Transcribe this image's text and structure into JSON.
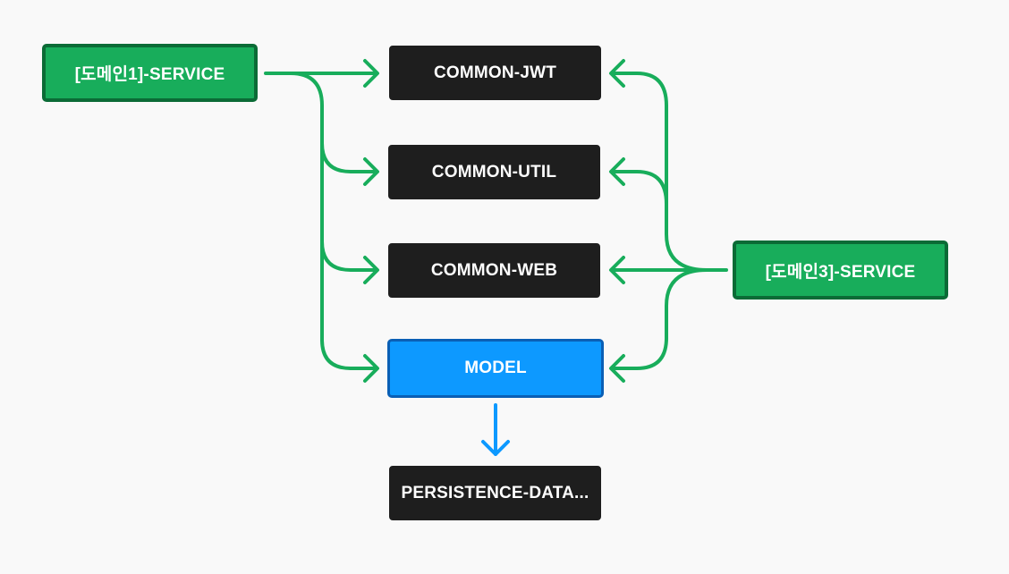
{
  "nodes": {
    "domain1_service": "[도메인1]-SERVICE",
    "common_jwt": "COMMON-JWT",
    "common_util": "COMMON-UTIL",
    "common_web": "COMMON-WEB",
    "model": "MODEL",
    "persistence_data": "PERSISTENCE-DATA...",
    "domain3_service": "[도메인3]-SERVICE"
  },
  "edges": [
    {
      "from": "domain1_service",
      "to": "common_jwt"
    },
    {
      "from": "domain1_service",
      "to": "common_util"
    },
    {
      "from": "domain1_service",
      "to": "common_web"
    },
    {
      "from": "domain1_service",
      "to": "model"
    },
    {
      "from": "domain3_service",
      "to": "common_jwt"
    },
    {
      "from": "domain3_service",
      "to": "common_util"
    },
    {
      "from": "domain3_service",
      "to": "common_web"
    },
    {
      "from": "domain3_service",
      "to": "model"
    },
    {
      "from": "model",
      "to": "persistence_data"
    }
  ],
  "colors": {
    "background": "#f9f9f9",
    "service_fill": "#18ad5b",
    "service_border": "#0b6b36",
    "module_fill": "#1e1e1e",
    "model_fill": "#0d99ff",
    "model_border": "#0a5fb5",
    "arrow_green": "#18ad5b",
    "arrow_blue": "#0d99ff",
    "text": "#ffffff"
  }
}
